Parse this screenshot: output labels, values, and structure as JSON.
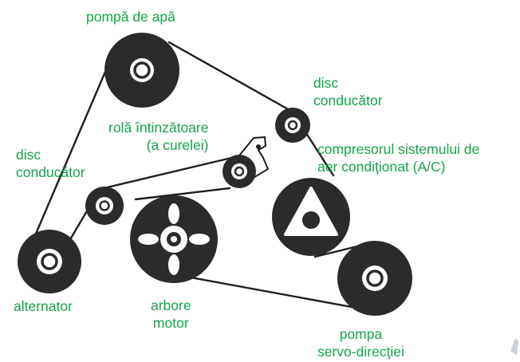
{
  "colors": {
    "label": "#16a34a",
    "pulley": "#2b2b2b",
    "belt": "#1e1e1e",
    "background": "#ffffff"
  },
  "labels": {
    "water_pump": "pompă de apă",
    "drive_disc_top": [
      "disc",
      "conducător"
    ],
    "tensioner": [
      "rolă întinzătoare",
      "(a curelei)"
    ],
    "ac_compressor": [
      "compresorul sistemului de",
      "aer condiţionat (A/C)"
    ],
    "drive_disc_left": [
      "disc",
      "conducător"
    ],
    "alternator": "alternator",
    "crankshaft": [
      "arbore",
      "motor"
    ],
    "power_steering": [
      "pompa",
      "servo-direcţiei"
    ]
  }
}
